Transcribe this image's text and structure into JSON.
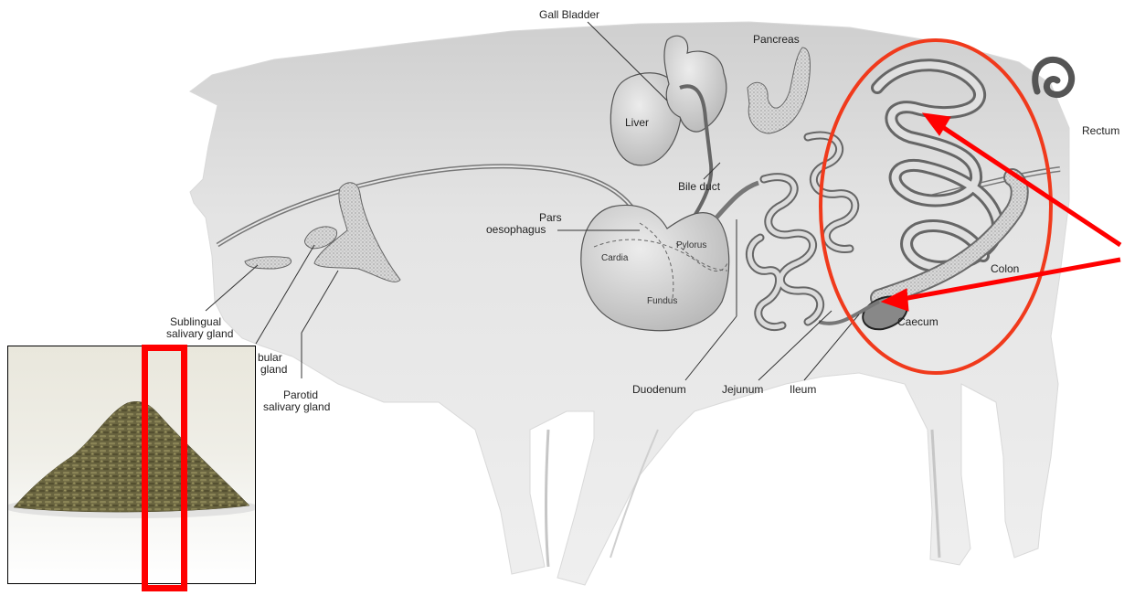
{
  "diagram": {
    "labels": {
      "gall_bladder": "Gall Bladder",
      "pancreas": "Pancreas",
      "liver": "Liver",
      "bile_duct": "Bile duct",
      "rectum": "Rectum",
      "pars_1": "Pars",
      "pars_2": "oesophagus",
      "cardia": "Cardia",
      "pylorus": "Pylorus",
      "fundus": "Fundus",
      "colon": "Colon",
      "caecum": "Caecum",
      "sublingual_1": "Sublingual",
      "sublingual_2": "salivary gland",
      "mandibular_1": "bular",
      "mandibular_2": "gland",
      "parotid_1": "Parotid",
      "parotid_2": "salivary gland",
      "duodenum": "Duodenum",
      "jejunum": "Jejunum",
      "ileum": "Ileum"
    },
    "colors": {
      "highlight": "#ff0000",
      "ellipse": "#f03a1c",
      "body": "#e6e6e6",
      "organ": "#d2d2d2",
      "outline": "#6a6a6a"
    }
  },
  "photo": {
    "subject": "pile of feed pellets",
    "highlight_color": "#ff0000"
  }
}
